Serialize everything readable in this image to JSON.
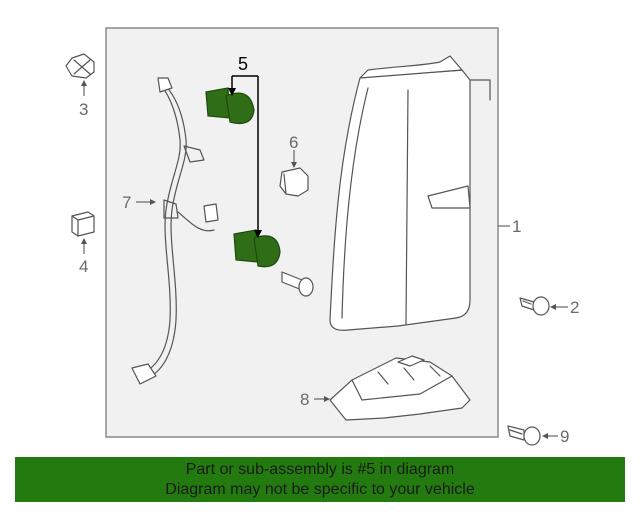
{
  "callouts": {
    "c1": "1",
    "c2": "2",
    "c3": "3",
    "c4": "4",
    "c5": "5",
    "c6": "6",
    "c7": "7",
    "c8": "8",
    "c9": "9"
  },
  "banner": {
    "line1": "Part or sub-assembly is #5 in diagram",
    "line2": "Diagram may not be specific to your vehicle",
    "background": "#237b0f"
  },
  "colors": {
    "highlight_part": "#2f6d17",
    "box_border": "#8a8a8a",
    "box_fill": "#f1f1f1"
  }
}
